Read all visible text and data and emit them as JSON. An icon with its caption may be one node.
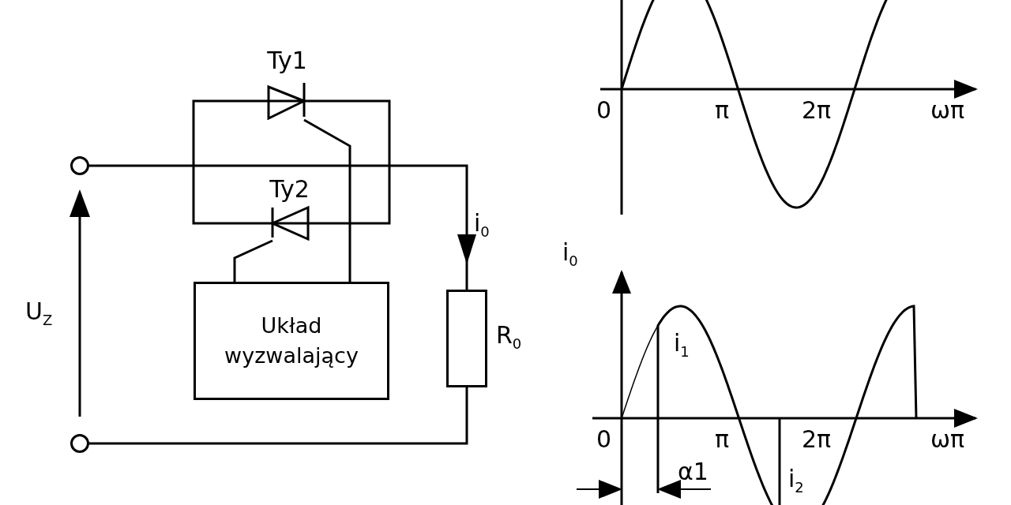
{
  "diagram": {
    "nodes": [
      {
        "text": [],
        "shape": "circle"
      },
      {
        "text": [],
        "shape": "circle"
      },
      {
        "text": [
          "Ty1"
        ]
      },
      {
        "text": [
          "Ty2"
        ]
      },
      {
        "text": [
          "Układ wyzwalający"
        ]
      },
      {
        "text": [],
        "shape": "box",
        "beside": [
          "R$_{0}$"
        ]
      }
    ],
    "edges": [
      {
        "from": 0,
        "to": 5,
        "arrow": "to",
        "label": "i$_{0}$"
      },
      {
        "from": 2,
        "to": 3,
        "arrow": "none"
      },
      {
        "from": 2,
        "to": 3,
        "arrow": "none"
      },
      {
        "from": 2,
        "to": 4,
        "arrow": "none"
      },
      {
        "from": 3,
        "to": 4,
        "arrow": "none"
      },
      {
        "from": 5,
        "to": 1,
        "arrow": "none"
      }
    ],
    "labels": [
      "U$_{Z}$",
      "0",
      "π",
      "2π",
      "ωπ",
      "i$_{0}$",
      "i$_{1}$",
      "0",
      "π",
      "2π",
      "ωπ",
      "α1",
      "i$_{2}$"
    ]
  }
}
